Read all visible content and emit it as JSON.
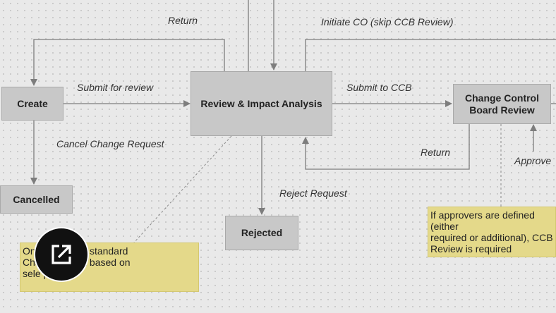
{
  "nodes": {
    "create": "Create",
    "cancelled": "Cancelled",
    "review": "Review & Impact Analysis",
    "rejected": "Rejected",
    "ccb_line1": "Change Control",
    "ccb_line2": "Board Review"
  },
  "edge_labels": {
    "return_top": "Return",
    "initiate_co": "Initiate CO (skip CCB Review)",
    "submit_for_review": "Submit for review",
    "submit_to_ccb": "Submit to CCB",
    "cancel_change_request": "Cancel Change Request",
    "return_ccb": "Return",
    "approve": "Approve",
    "reject_request": "Reject Request"
  },
  "notes": {
    "left_note": "On        is reached, standard\nCha        will be set based on\nsele      plate",
    "right_note": "If approvers are defined (either\nrequired or additional), CCB\nReview is required"
  },
  "colors": {
    "node_fill": "#c8c8c8",
    "note_fill": "#e4d98a",
    "line": "#7d7d7d",
    "badge": "#111111"
  },
  "icons": {
    "badge_icon": "external-link-icon"
  }
}
